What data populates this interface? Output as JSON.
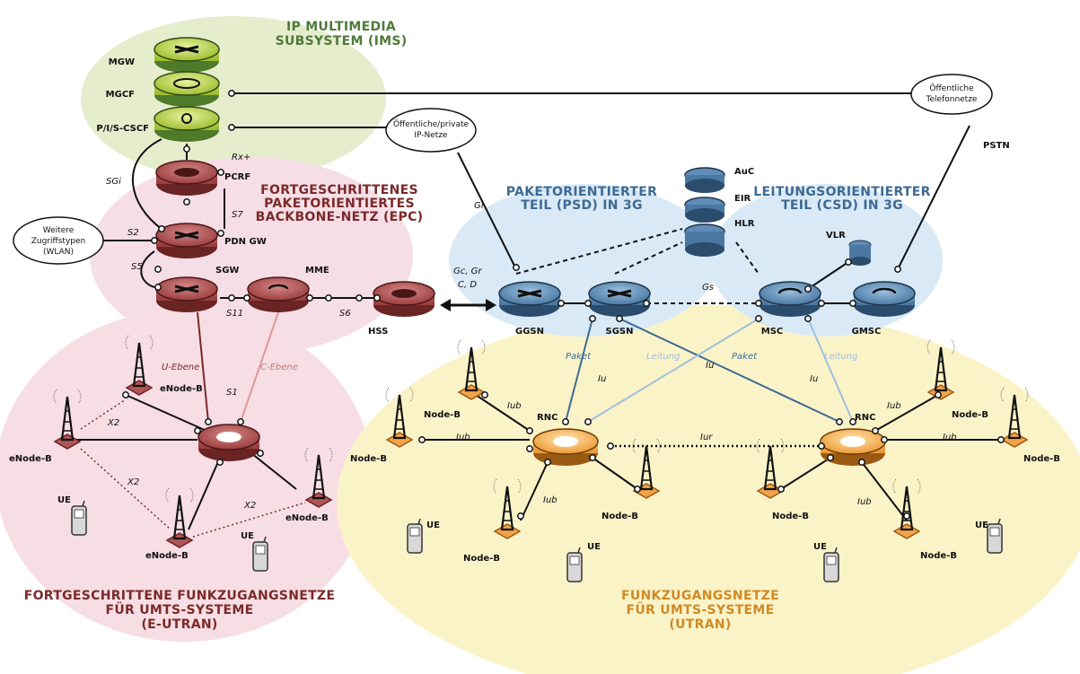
{
  "regions": {
    "ims": {
      "title_lines": [
        "IP MULTIMEDIA",
        "SUBSYSTEM (IMS)"
      ],
      "color": "#4e7a3a"
    },
    "epc": {
      "title_lines": [
        "FORTGESCHRITTENES",
        "PAKETORIENTIERTES",
        "BACKBONE-NETZ (EPC)"
      ],
      "color": "#7a2a2a"
    },
    "psd": {
      "title_lines": [
        "PAKETORIENTIERTER",
        "TEIL (PSD) IN 3G"
      ],
      "color": "#3d6a94"
    },
    "csd": {
      "title_lines": [
        "LEITUNGSORIENTIERTER",
        "TEIL (CSD) IN 3G"
      ],
      "color": "#3d6a94"
    },
    "eutran": {
      "title_lines": [
        "FORTGESCHRITTENE FUNKZUGANGSNETZE",
        "FÜR UMTS-SYSTEME",
        "(E-UTRAN)"
      ],
      "color": "#7a2a2a"
    },
    "utran": {
      "title_lines": [
        "FUNKZUGANGSNETZE",
        "FÜR UMTS-SYSTEME",
        "(UTRAN)"
      ],
      "color": "#d08a26"
    }
  },
  "nodes": {
    "mgw": "MGW",
    "mgcf": "MGCF",
    "cscf": "P/I/S-CSCF",
    "pcrf": "PCRF",
    "pdngw": "PDN GW",
    "sgw": "SGW",
    "mme": "MME",
    "hss": "HSS",
    "ggsn": "GGSN",
    "sgsn": "SGSN",
    "msc": "MSC",
    "gmsc": "GMSC",
    "auc": "AuC",
    "eir": "EIR",
    "hlr": "HLR",
    "vlr": "VLR",
    "pstn": "PSTN",
    "rnc_left": "RNC",
    "rnc_right": "RNC",
    "enodeb": "eNode-B",
    "nodeb": "Node-B",
    "ue": "UE"
  },
  "clouds": {
    "telefonnetze": [
      "Öffentliche",
      "Telefonnetze"
    ],
    "ipnetze": [
      "Öffentliche/private",
      "IP-Netze"
    ],
    "wlan": [
      "Weitere",
      "Zugriffstypen",
      "(WLAN)"
    ]
  },
  "interfaces": {
    "rx": "Rx+",
    "sgi": "SGi",
    "s7": "S7",
    "s2": "S2",
    "s5": "S5",
    "s11": "S11",
    "s6": "S6",
    "s1": "S1",
    "x2": "X2",
    "gi": "Gi",
    "gcgr": "Gc, Gr",
    "cd": "C, D",
    "gs": "Gs",
    "iu": "Iu",
    "iub": "Iub",
    "iur": "Iur"
  },
  "planes": {
    "u": "U-Ebene",
    "c": "C-Ebene",
    "paket": "Paket",
    "leitung": "Leitung"
  },
  "colors": {
    "green_fill": "#b8d24a",
    "green_dark": "#4e7a2a",
    "red_fill": "#b05656",
    "red_dark": "#6a2424",
    "blue_fill": "#5f8db8",
    "blue_dark": "#2b4c6c",
    "orange_fill": "#f2a448",
    "orange_dark": "#9a5a14",
    "ims_bg": "#e4ebcb",
    "epc_bg": "#f5dde5",
    "psd_bg": "#d8e9f6",
    "utran_bg": "#fbf2c4"
  }
}
